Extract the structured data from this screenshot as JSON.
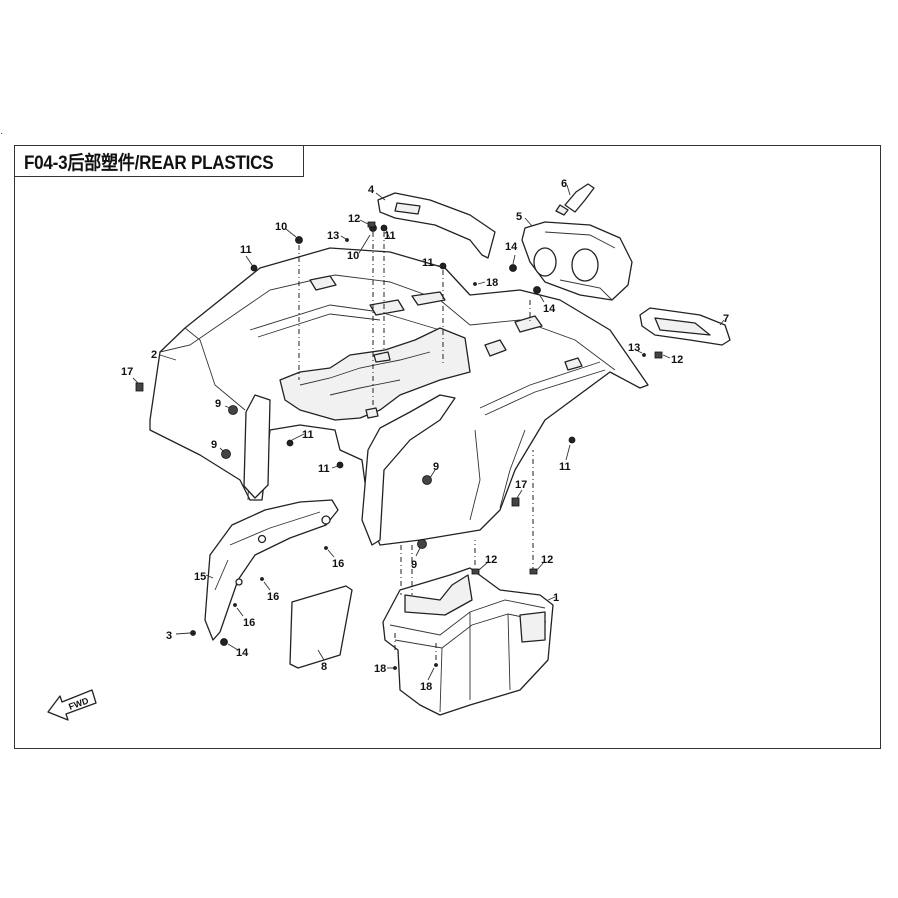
{
  "title": "F04-3后部塑件/REAR PLASTICS",
  "fwd_label": "FWD",
  "callouts": {
    "c1": "1",
    "c2": "2",
    "c3": "3",
    "c4": "4",
    "c5": "5",
    "c6": "6",
    "c7": "7",
    "c8": "8",
    "c9a": "9",
    "c9b": "9",
    "c9c": "9",
    "c9d": "9",
    "c10a": "10",
    "c10b": "10",
    "c11a": "11",
    "c11b": "11",
    "c11c": "11",
    "c11d": "11",
    "c11e": "11",
    "c11f": "11",
    "c12a": "12",
    "c12b": "12",
    "c12c": "12",
    "c12d": "12",
    "c13a": "13",
    "c13b": "13",
    "c14a": "14",
    "c14b": "14",
    "c14c": "14",
    "c15": "15",
    "c16a": "16",
    "c16b": "16",
    "c16c": "16",
    "c17a": "17",
    "c17b": "17",
    "c18a": "18",
    "c18b": "18",
    "c18c": "18"
  }
}
